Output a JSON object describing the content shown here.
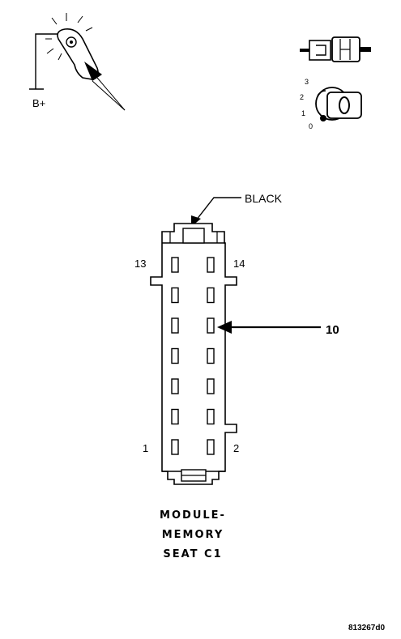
{
  "test_light": {
    "supply_label": "B+"
  },
  "ignition": {
    "positions": [
      "3",
      "2",
      "1",
      "0"
    ]
  },
  "connector": {
    "color_label": "BLACK",
    "pin_top_left": "13",
    "pin_top_right": "14",
    "pin_bottom_left": "1",
    "pin_bottom_right": "2",
    "callout_pin": "10",
    "name_lines": [
      "MODULE-",
      "MEMORY",
      "SEAT C1"
    ]
  },
  "figure_id": "813267d0"
}
